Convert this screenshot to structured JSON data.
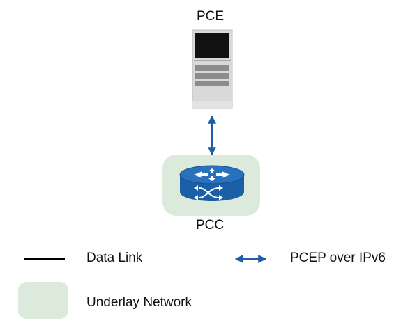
{
  "diagram": {
    "pce_label": "PCE",
    "pcc_label": "PCC"
  },
  "legend": {
    "data_link_label": "Data Link",
    "pcep_label": "PCEP over IPv6",
    "underlay_label": "Underlay Network"
  },
  "colors": {
    "underlay_fill": "#dbeadb",
    "arrow": "#1e5ea8",
    "router_blue": "#1b5fa6",
    "server_body": "#d9d9d9",
    "server_panel": "#8c8c8c",
    "monitor_screen": "#111111",
    "data_link": "#000000"
  },
  "icons": {
    "pce": "server-icon",
    "pcc": "router-icon"
  }
}
